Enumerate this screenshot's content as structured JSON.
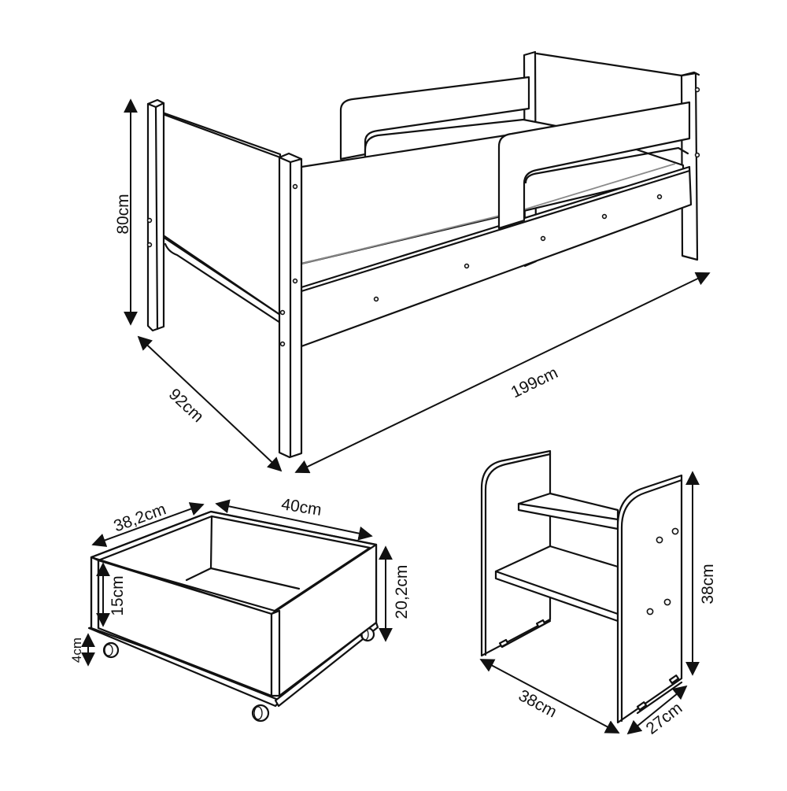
{
  "diagram": {
    "subject": "Children's bed with storage drawer and bench — dimensions",
    "accent_color": "#111111",
    "background_color": "#ffffff",
    "units": "cm"
  },
  "bed": {
    "name": "bed",
    "dimensions": {
      "height": "80cm",
      "width": "92cm",
      "length": "199cm"
    }
  },
  "storage_box": {
    "name": "storage-box-on-casters",
    "dimensions": {
      "depth": "38,2cm",
      "width": "40cm",
      "total_height": "20,2cm",
      "inner_height": "15cm",
      "caster_height": "4cm"
    }
  },
  "bench": {
    "name": "bench-shelf",
    "dimensions": {
      "height": "38cm",
      "width": "38cm",
      "depth": "27cm"
    }
  }
}
